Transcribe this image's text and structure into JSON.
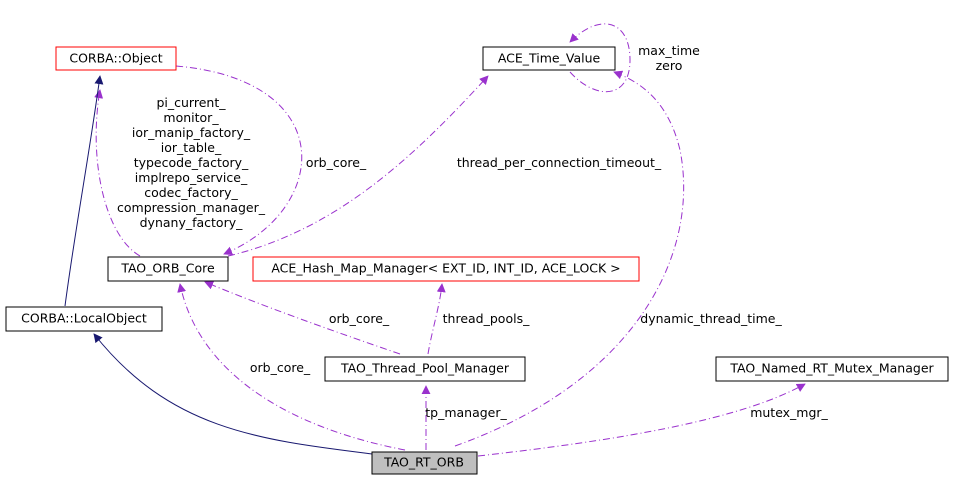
{
  "colors": {
    "background": "#ffffff",
    "inheritance": "#191970",
    "usage": "#9a32cd",
    "node_border": "#000000",
    "undocumented_border": "#ff0000",
    "focus_fill": "#bfbfbf"
  },
  "nodes": {
    "corba_object": "CORBA::Object",
    "ace_time_value": "ACE_Time_Value",
    "tao_orb_core": "TAO_ORB_Core",
    "ace_hash_map_manager": "ACE_Hash_Map_Manager< EXT_ID, INT_ID, ACE_LOCK >",
    "corba_localobject": "CORBA::LocalObject",
    "tao_thread_pool_manager": "TAO_Thread_Pool_Manager",
    "tao_named_rt_mutex_manager": "TAO_Named_RT_Mutex_Manager",
    "tao_rt_orb": "TAO_RT_ORB"
  },
  "labels": {
    "max_time": "max_time",
    "zero": "zero",
    "orb_core_members": [
      "pi_current_",
      "monitor_",
      "ior_manip_factory_",
      "ior_table_",
      "typecode_factory_",
      "implrepo_service_",
      "codec_factory_",
      "compression_manager_",
      "dynany_factory_"
    ],
    "orb_core_top": "orb_core_",
    "thread_per_connection_timeout": "thread_per_connection_timeout_",
    "orb_core_mid": "orb_core_",
    "thread_pools": "thread_pools_",
    "dynamic_thread_time": "dynamic_thread_time_",
    "orb_core_low": "orb_core_",
    "tp_manager": "tp_manager_",
    "mutex_mgr": "mutex_mgr_"
  }
}
